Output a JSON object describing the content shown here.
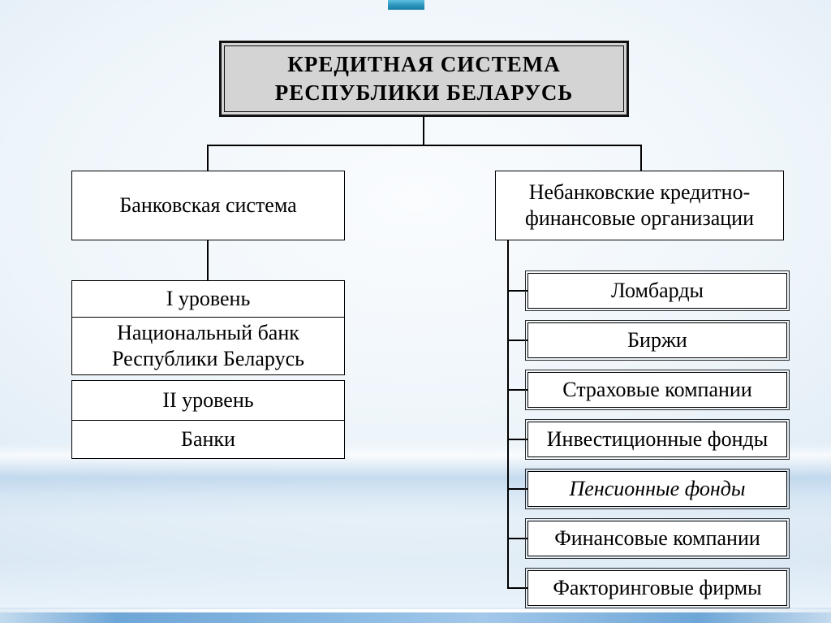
{
  "slide": {
    "accent_bar_color": "#2a93bc",
    "background_tint": "#dcebf6",
    "bottom_strip_color": "#6ea6d6"
  },
  "title": {
    "line1": "КРЕДИТНАЯ СИСТЕМА",
    "line2": "РЕСПУБЛИКИ БЕЛАРУСЬ",
    "fill_color": "#d4d4d4"
  },
  "left_branch": {
    "label": "Банковская система",
    "tiers": [
      {
        "level": "I уровень",
        "name": "Национальный банк Республики Беларусь"
      },
      {
        "level": "II уровень",
        "name": "Банки"
      }
    ]
  },
  "right_branch": {
    "label_line1": "Небанковские кредитно-",
    "label_line2": "финансовые организации",
    "items": [
      {
        "label": "Ломбарды",
        "italic": false
      },
      {
        "label": "Биржи",
        "italic": false
      },
      {
        "label": "Страховые компании",
        "italic": false
      },
      {
        "label": "Инвестиционные фонды",
        "italic": false
      },
      {
        "label": "Пенсионные фонды",
        "italic": true
      },
      {
        "label": "Финансовые компании",
        "italic": false
      },
      {
        "label": "Факторинговые фирмы",
        "italic": false
      }
    ]
  }
}
